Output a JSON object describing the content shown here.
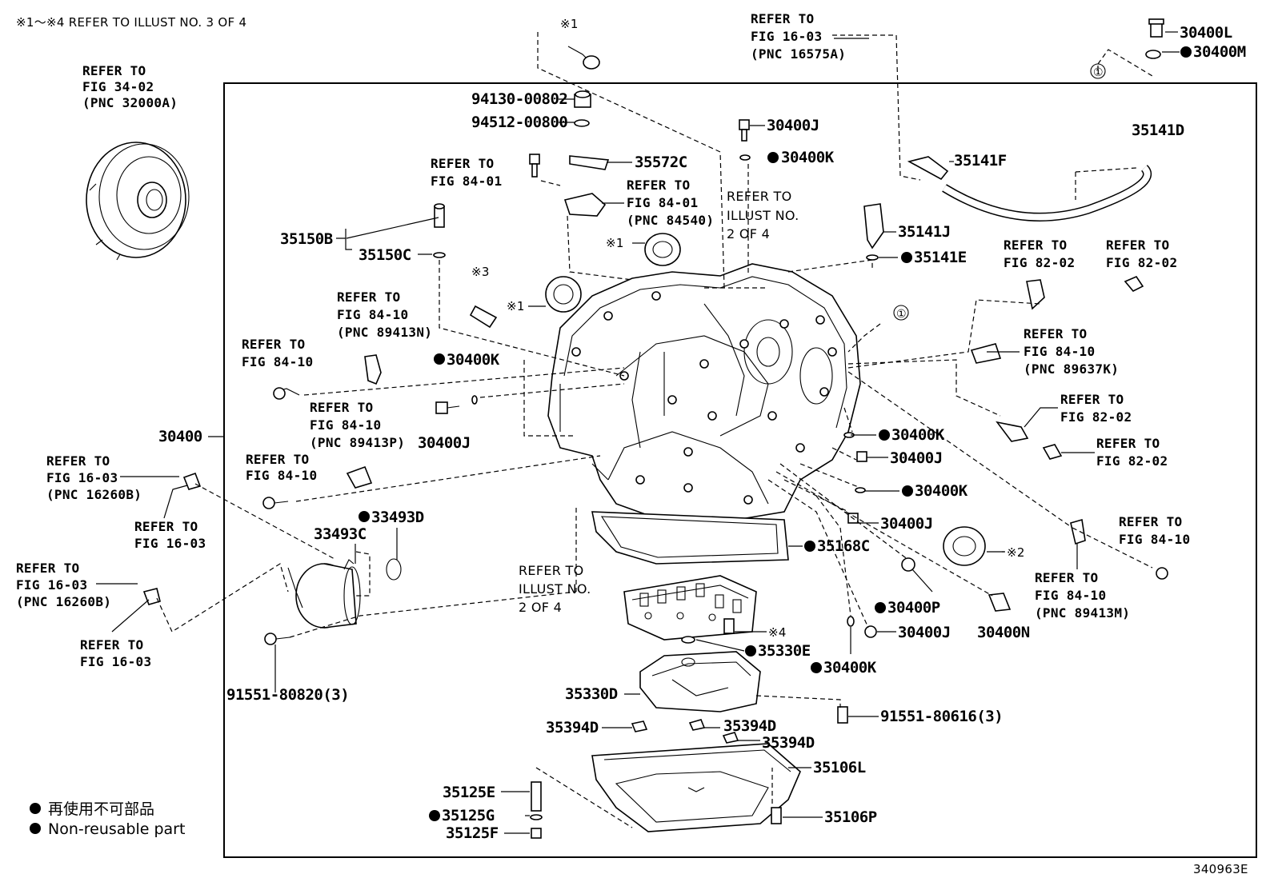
{
  "diagram": {
    "header_note": "※1～※4 REFER TO ILLUST NO. 3 OF 4",
    "illustration_number": "340963E",
    "callout_circle": "①",
    "legend": {
      "jp": "再使用不可部品",
      "en": "Non-reusable part"
    },
    "refs": {
      "torque_converter": [
        "REFER TO",
        "FIG 34-02",
        "(PNC 32000A)"
      ],
      "fig_16_03_16575A": [
        "REFER TO",
        "FIG 16-03",
        "(PNC 16575A)"
      ],
      "fig_84_01_a": [
        "REFER TO",
        "FIG 84-01"
      ],
      "fig_84_01_b": [
        "REFER TO",
        "FIG 84-01",
        "(PNC 84540)"
      ],
      "illust_2of4_a": [
        "REFER TO",
        "ILLUST NO.",
        "2 OF 4"
      ],
      "fig_84_10_89413N": [
        "REFER TO",
        "FIG 84-10",
        "(PNC 89413N)"
      ],
      "fig_84_10_a": [
        "REFER TO",
        "FIG 84-10"
      ],
      "fig_84_10_89413P": [
        "REFER TO",
        "FIG 84-10",
        "(PNC 89413P)"
      ],
      "fig_84_10_b": [
        "REFER TO",
        "FIG 84-10"
      ],
      "fig_16_03_16260B_a": [
        "REFER TO",
        "FIG 16-03",
        "(PNC 16260B)"
      ],
      "fig_16_03_a": [
        "REFER TO",
        "FIG 16-03"
      ],
      "fig_16_03_16260B_b": [
        "REFER TO",
        "FIG 16-03",
        "(PNC 16260B)"
      ],
      "fig_16_03_b": [
        "REFER TO",
        "FIG 16-03"
      ],
      "illust_2of4_b": [
        "REFER TO",
        "ILLUST NO.",
        "2 OF 4"
      ],
      "fig_82_02_a": [
        "REFER TO",
        "FIG 82-02"
      ],
      "fig_82_02_b": [
        "REFER TO",
        "FIG 82-02"
      ],
      "fig_84_10_89637K": [
        "REFER TO",
        "FIG 84-10",
        "(PNC 89637K)"
      ],
      "fig_82_02_c": [
        "REFER TO",
        "FIG 82-02"
      ],
      "fig_82_02_d": [
        "REFER TO",
        "FIG 82-02"
      ],
      "fig_84_10_c": [
        "REFER TO",
        "FIG 84-10"
      ],
      "fig_84_10_89413M": [
        "REFER TO",
        "FIG 84-10",
        "(PNC 89413M)"
      ]
    },
    "parts": {
      "p30400L": "30400L",
      "p30400M": "30400M",
      "p94130": "94130-00802",
      "p94512": "94512-00800",
      "p30400J_a": "30400J",
      "p30400K_a": "30400K",
      "p35572C": "35572C",
      "p35141F": "35141F",
      "p35141D": "35141D",
      "p35141J": "35141J",
      "p35141E": "35141E",
      "p35150B": "35150B",
      "p35150C": "35150C",
      "p30400K_b": "30400K",
      "p30400J_b": "30400J",
      "p30400": "30400",
      "p33493D": "33493D",
      "p33493C": "33493C",
      "p91551_80820": "91551-80820(3)",
      "p30400K_c": "30400K",
      "p30400J_c": "30400J",
      "p30400K_d": "30400K",
      "p30400J_d": "30400J",
      "p35168C": "35168C",
      "p30400P": "30400P",
      "p30400J_e": "30400J",
      "p30400N": "30400N",
      "p35330E": "35330E",
      "p30400K_e": "30400K",
      "p35330D": "35330D",
      "p91551_80616": "91551-80616(3)",
      "p35394D_a": "35394D",
      "p35394D_b": "35394D",
      "p35394D_c": "35394D",
      "p35106L": "35106L",
      "p35125E": "35125E",
      "p35125G": "35125G",
      "p35125F": "35125F",
      "p35106P": "35106P"
    },
    "marks": {
      "m1_top": "※1",
      "m1_seal_a": "※1",
      "m1_seal_b": "※1",
      "m2": "※2",
      "m3": "※3",
      "m4": "※4"
    }
  }
}
